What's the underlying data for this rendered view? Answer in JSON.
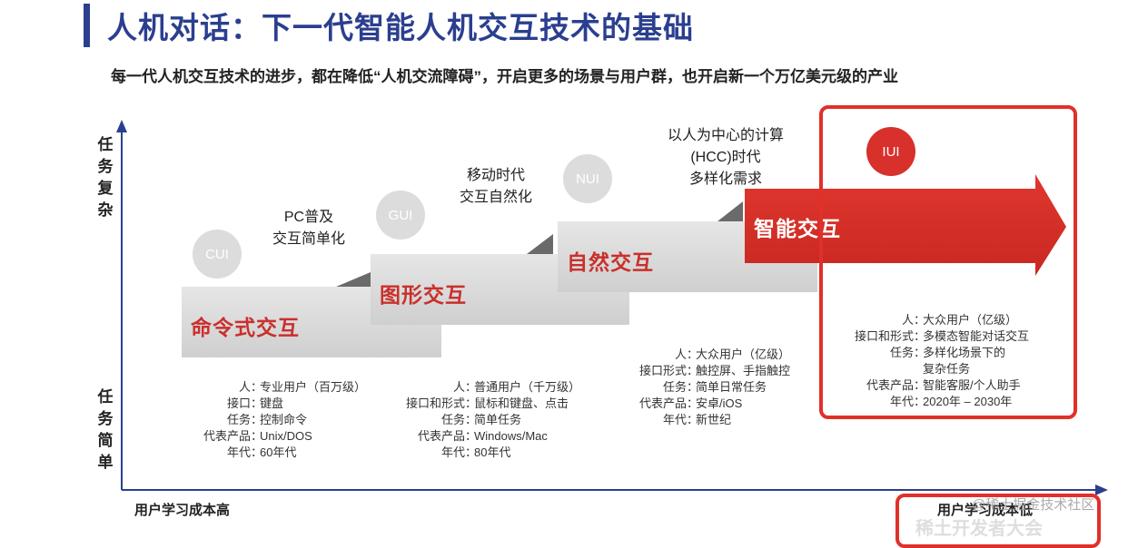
{
  "title": "人机对话：下一代智能人机交互技术的基础",
  "subtitle": "每一代人机交互技术的进步，都在降低“人机交流障碍”，开启更多的场景与用户群，也开启新一个万亿美元级的产业",
  "y_axis": {
    "top_label": "任务复杂",
    "bottom_label": "任务简单"
  },
  "x_axis": {
    "left_label": "用户学习成本高",
    "right_label": "用户学习成本低"
  },
  "steps": [
    {
      "name": "命令式交互",
      "badge": "CUI",
      "era_lines": [],
      "info": [
        {
          "k": "人",
          "sep": "：",
          "v": "专业用户（百万级）"
        },
        {
          "k": "接口",
          "sep": "：",
          "v": "键盘"
        },
        {
          "k": "任务",
          "sep": "：",
          "v": "控制命令"
        },
        {
          "k": "代表产品",
          "sep": "：",
          "v": "Unix/DOS"
        },
        {
          "k": "年代",
          "sep": "：",
          "v": "60年代"
        }
      ]
    },
    {
      "name": "图形交互",
      "badge": "GUI",
      "era_lines": [
        "PC普及",
        "交互简单化"
      ],
      "info": [
        {
          "k": "人",
          "sep": "：",
          "v": "普通用户（千万级）"
        },
        {
          "k": "接口和形式",
          "sep": "：",
          "v": "鼠标和键盘、点击"
        },
        {
          "k": "任务",
          "sep": "：",
          "v": "简单任务"
        },
        {
          "k": "代表产品",
          "sep": "：",
          "v": "Windows/Mac"
        },
        {
          "k": "年代",
          "sep": "：",
          "v": "80年代"
        }
      ]
    },
    {
      "name": "自然交互",
      "badge": "NUI",
      "era_lines": [
        "移动时代",
        "交互自然化"
      ],
      "info": [
        {
          "k": "人",
          "sep": "：",
          "v": "大众用户（亿级）"
        },
        {
          "k": "接口形式",
          "sep": "：",
          "v": "触控屏、手指触控"
        },
        {
          "k": "任务",
          "sep": "：",
          "v": "简单日常任务"
        },
        {
          "k": "代表产品",
          "sep": "：",
          "v": "安卓/iOS"
        },
        {
          "k": "年代",
          "sep": "：",
          "v": "新世纪"
        }
      ]
    },
    {
      "name": "智能交互",
      "badge": "IUI",
      "era_lines": [
        "以人为中心的计算",
        "(HCC)时代",
        "多样化需求"
      ],
      "info": [
        {
          "k": "人",
          "sep": "：",
          "v": "大众用户（亿级）"
        },
        {
          "k": "接口和形式",
          "sep": "：",
          "v": "多模态智能对话交互"
        },
        {
          "k": "任务",
          "sep": "：",
          "v": "多样化场景下的"
        },
        {
          "k": "",
          "sep": "",
          "v": "复杂任务"
        },
        {
          "k": "代表产品",
          "sep": "：",
          "v": "智能客服/个人助手"
        },
        {
          "k": "年代",
          "sep": "：",
          "v": "2020年 – 2030年"
        }
      ]
    }
  ],
  "watermark": "@稀土掘金技术社区",
  "bottom_decoration": "稀土开发者大会",
  "colors": {
    "title": "#2b3f8f",
    "accent_red": "#d8302b",
    "step_gray": "#d9d9d9",
    "step_shadow": "#5a5a5a",
    "highlight_border": "#e0302a"
  }
}
